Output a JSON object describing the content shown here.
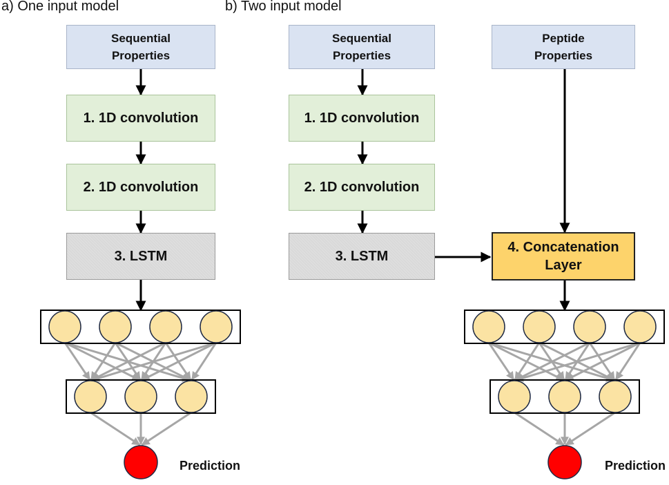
{
  "panels": {
    "a": {
      "title": "a) One input model",
      "input_label": "Sequential\nProperties",
      "conv1_label": "1. 1D convolution",
      "conv2_label": "2. 1D convolution",
      "lstm_label": "3. LSTM",
      "prediction_label": "Prediction"
    },
    "b": {
      "title": "b) Two input model",
      "input1_label": "Sequential\nProperties",
      "input2_label": "Peptide\nProperties",
      "conv1_label": "1. 1D convolution",
      "conv2_label": "2. 1D convolution",
      "lstm_label": "3. LSTM",
      "concat_label": "4. Concatenation\nLayer",
      "prediction_label": "Prediction"
    }
  },
  "colors": {
    "input": "#dae3f2",
    "conv": "#e2efd9",
    "lstm": "#d9d9d9",
    "concat": "#fdd36b",
    "neuron": "#fbe3a3",
    "output_neuron": "#ff0000",
    "connection": "#a6a6a6",
    "arrow": "#000000"
  },
  "network": {
    "hidden_layer_1_neurons": 4,
    "hidden_layer_2_neurons": 3,
    "output_neurons": 1
  }
}
